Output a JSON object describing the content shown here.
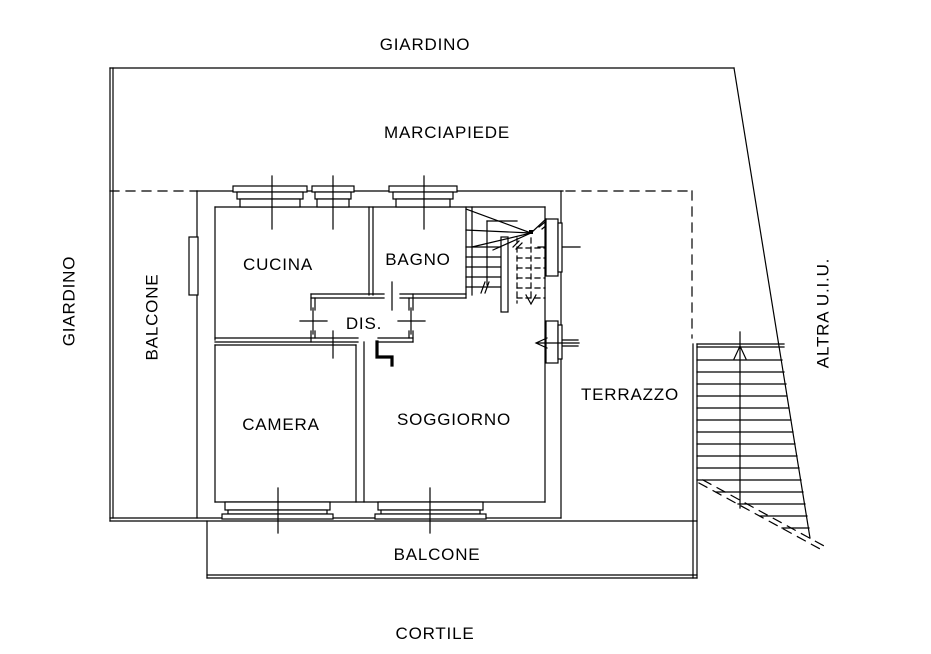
{
  "plan": {
    "type": "floor-plan",
    "colors": {
      "line": "#000000",
      "background": "#ffffff"
    },
    "surroundings": {
      "giardino_top": "GIARDINO",
      "marciapiede": "MARCIAPIEDE",
      "giardino_left": "GIARDINO",
      "cortile": "CORTILE",
      "altra_uiu": "ALTRA U.I.U."
    },
    "outdoor": {
      "balcone_left": "BALCONE",
      "terrazzo": "TERRAZZO",
      "balcone_bottom": "BALCONE"
    },
    "rooms": {
      "cucina": "CUCINA",
      "bagno": "BAGNO",
      "dis": "DIS.",
      "camera": "CAMERA",
      "soggiorno": "SOGGIORNO"
    }
  }
}
